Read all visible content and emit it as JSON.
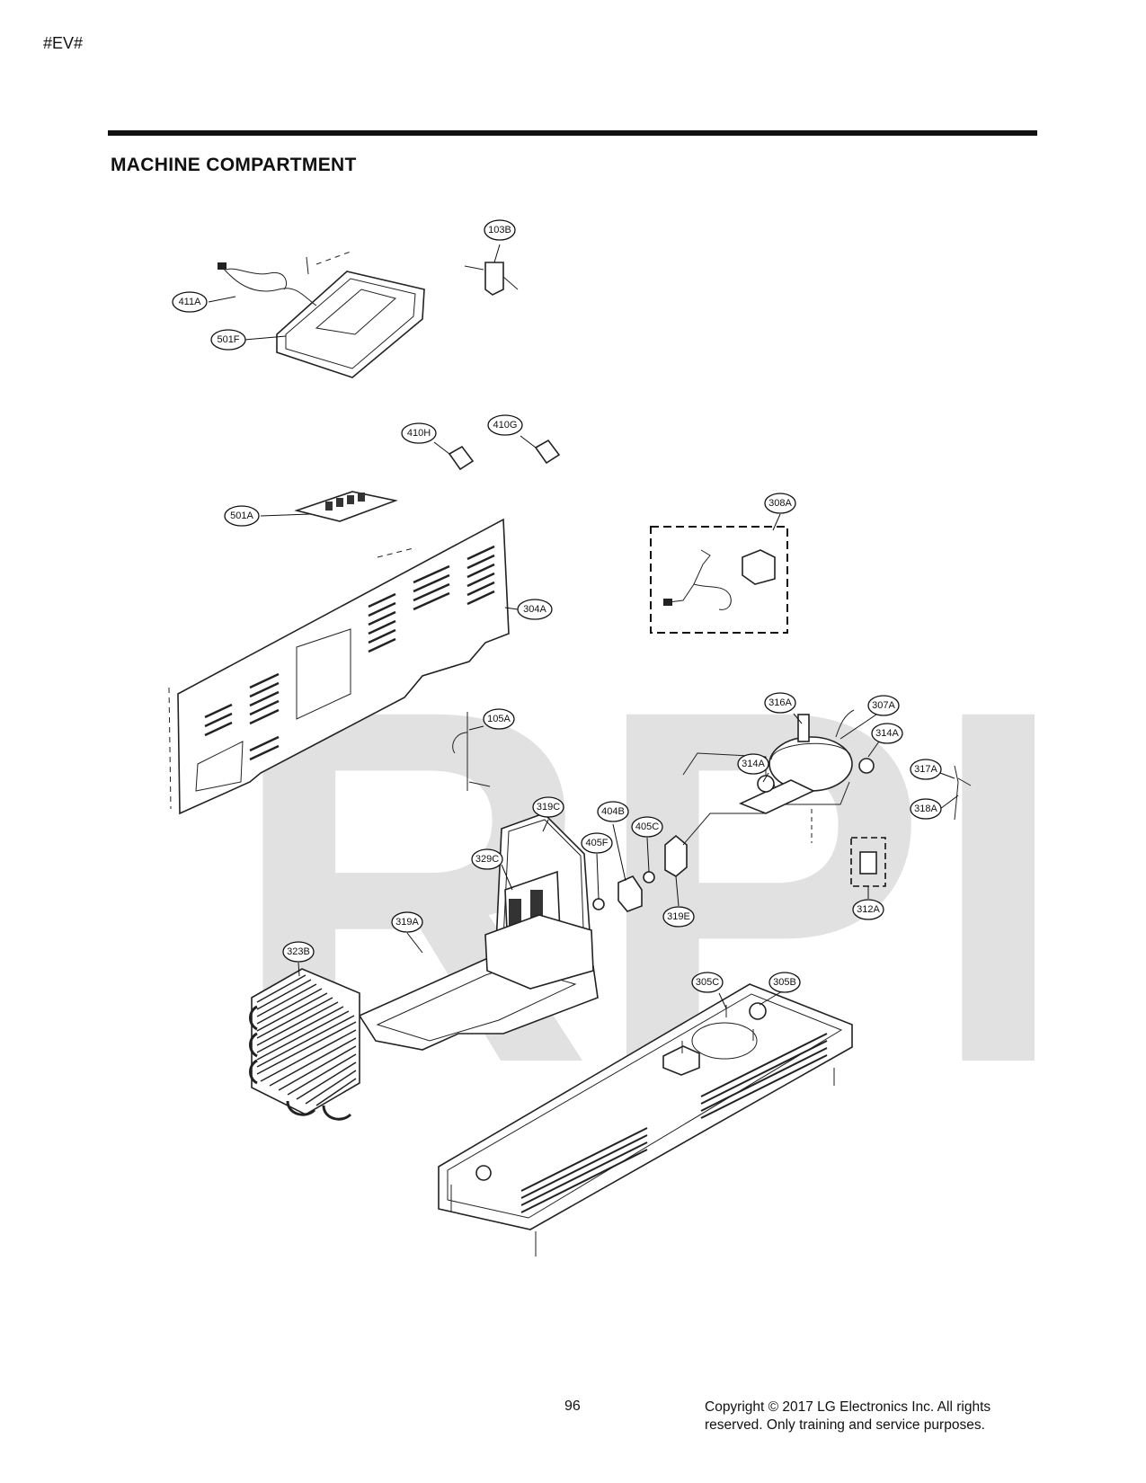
{
  "header": {
    "tag": "#EV#"
  },
  "section": {
    "title": "MACHINE COMPARTMENT"
  },
  "watermark": "RPI",
  "callouts": {
    "c103B": "103B",
    "c411A": "411A",
    "c501F": "501F",
    "c410H": "410H",
    "c410G": "410G",
    "c501A": "501A",
    "c308A": "308A",
    "c304A": "304A",
    "c316A": "316A",
    "c307A": "307A",
    "c314A_a": "314A",
    "c314A_b": "314A",
    "c317A": "317A",
    "c318A": "318A",
    "c105A": "105A",
    "c319C": "319C",
    "c404B": "404B",
    "c405C": "405C",
    "c405F": "405F",
    "c329C": "329C",
    "c319E": "319E",
    "c312A": "312A",
    "c319A": "319A",
    "c323B": "323B",
    "c305C": "305C",
    "c305B": "305B"
  },
  "footer": {
    "page_number": "96",
    "copyright": "Copyright © 2017 LG Electronics Inc. All rights reserved. Only training and service purposes."
  }
}
